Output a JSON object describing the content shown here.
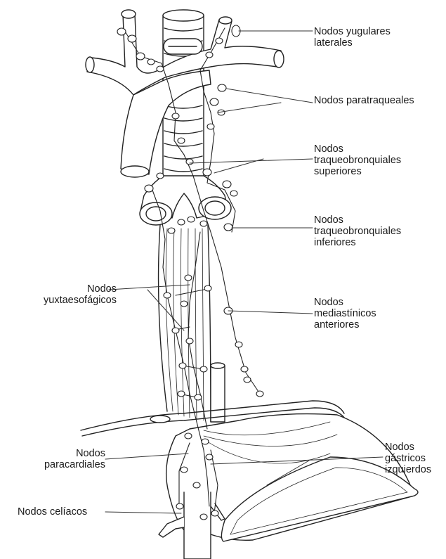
{
  "labels": {
    "yugulares": "Nodos yugulares\nlaterales",
    "paratraqueales": "Nodos paratraqueales",
    "traqueo_sup": "Nodos\ntraqueobronquiales\nsuperiores",
    "traqueo_inf": "Nodos\ntraqueobronquiales\ninferiores",
    "yuxta": "Nodos\nyuxtaesofágicos",
    "mediastinicos": "Nodos\nmediastínicos\nanteriores",
    "paracardiales": "Nodos\nparacardiales",
    "gastricos": "Nodos\ngástricos\nizquierdos",
    "celiacos": "Nodos celíacos"
  }
}
